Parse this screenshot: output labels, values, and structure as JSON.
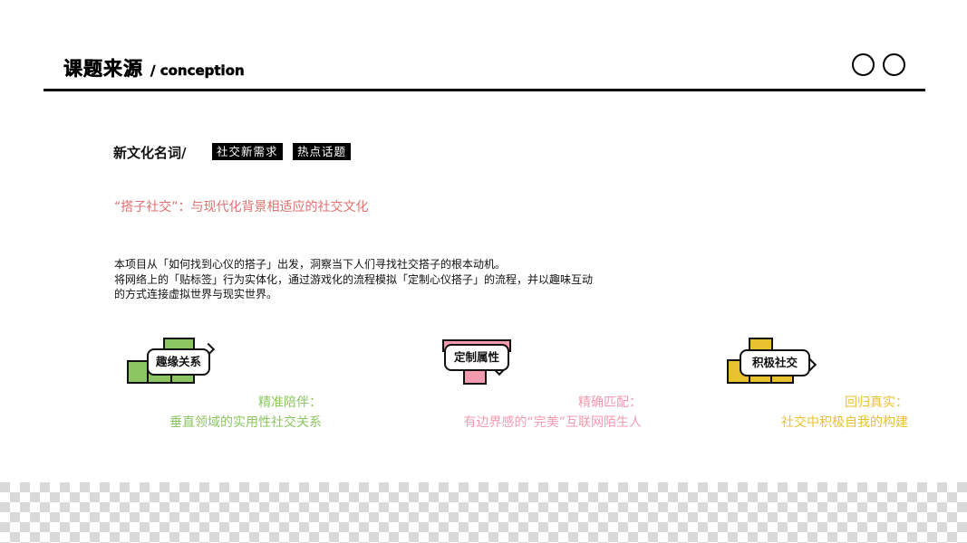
{
  "header": {
    "title": "课题来源",
    "subtitle": "/ conception"
  },
  "keywords": {
    "label": "新文化名词/",
    "tags": [
      "社交新需求",
      "热点话题"
    ]
  },
  "headline": "“搭子社交”：与现代化背景相适应的社交文化",
  "description": [
    "本项目从「如何找到心仪的搭子」出发，洞察当下人们寻找社交搭子的根本动机。",
    "将网络上的「贴标签」行为实体化，通过游戏化的流程模拟「定制心仪搭子」的流程，并以趣味互动",
    "的方式连接虚拟世界与现实世界。"
  ],
  "features": [
    {
      "bubble": "趣缘关系",
      "title": "精准陪伴：",
      "text": "垂直领域的实用性社交关系",
      "color": "#8cc660"
    },
    {
      "bubble": "定制属性",
      "title": "精确匹配：",
      "text": "有边界感的“完美”互联网陌生人",
      "color": "#f49aae"
    },
    {
      "bubble": "积极社交",
      "title": "回归真实：",
      "text": "社交中积极自我的构建",
      "color": "#e8c22e"
    }
  ]
}
